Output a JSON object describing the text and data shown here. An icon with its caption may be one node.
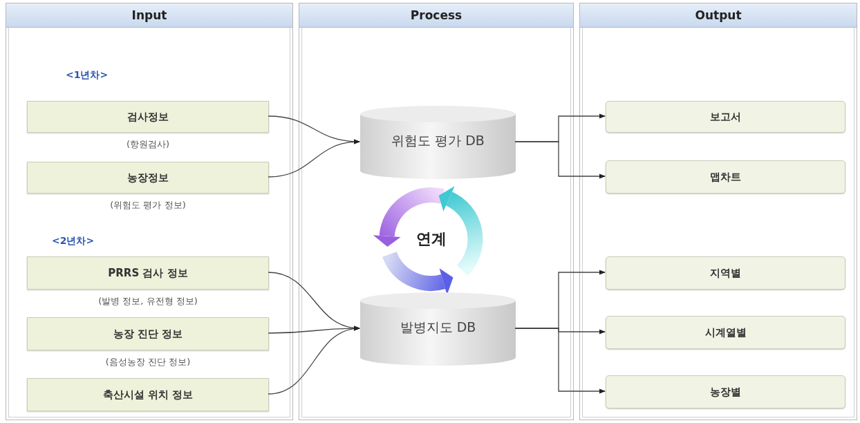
{
  "diagram": {
    "nodes": [
      {
        "text": [
          "Input"
        ]
      },
      {
        "text": [
          "Process"
        ]
      },
      {
        "text": [
          "Output"
        ]
      },
      {
        "text": [
          "검사정보"
        ],
        "in": 0,
        "beside": [
          "(항원검사)"
        ]
      },
      {
        "text": [
          "농장정보"
        ],
        "in": 0,
        "beside": [
          "(위험도 평가 정보)"
        ]
      },
      {
        "text": [
          "PRRS 검사 정보"
        ],
        "in": 0,
        "beside": [
          "(발병 정보, 유전형 정보)"
        ]
      },
      {
        "text": [
          "농장 진단 정보"
        ],
        "in": 0,
        "beside": [
          "(음성농장 진단 정보)"
        ]
      },
      {
        "text": [
          "축산시설 위치 정보"
        ],
        "in": 0
      },
      {
        "text": [
          "위험도 평가 DB"
        ],
        "in": 1
      },
      {
        "text": [
          "연계"
        ],
        "in": 1
      },
      {
        "text": [
          "발병지도 DB"
        ],
        "in": 1
      },
      {
        "text": [
          "보고서"
        ],
        "in": 2
      },
      {
        "text": [
          "맵차트"
        ],
        "in": 2
      },
      {
        "text": [
          "지역별"
        ],
        "in": 2
      },
      {
        "text": [
          "시계열별"
        ],
        "in": 2
      },
      {
        "text": [
          "농장별"
        ],
        "in": 2
      }
    ],
    "edges": [
      {
        "from": 3,
        "to": 8,
        "arrow": "to"
      },
      {
        "from": 4,
        "to": 8,
        "arrow": "to"
      },
      {
        "from": 5,
        "to": 10,
        "arrow": "to"
      },
      {
        "from": 6,
        "to": 10,
        "arrow": "to"
      },
      {
        "from": 7,
        "to": 10,
        "arrow": "to"
      },
      {
        "from": 8,
        "to": 11,
        "arrow": "to"
      },
      {
        "from": 8,
        "to": 12,
        "arrow": "to"
      },
      {
        "from": 10,
        "to": 13,
        "arrow": "to"
      },
      {
        "from": 10,
        "to": 14,
        "arrow": "to"
      },
      {
        "from": 10,
        "to": 15,
        "arrow": "to"
      }
    ],
    "labels": [
      "<1년차>",
      "<2년차>"
    ]
  }
}
